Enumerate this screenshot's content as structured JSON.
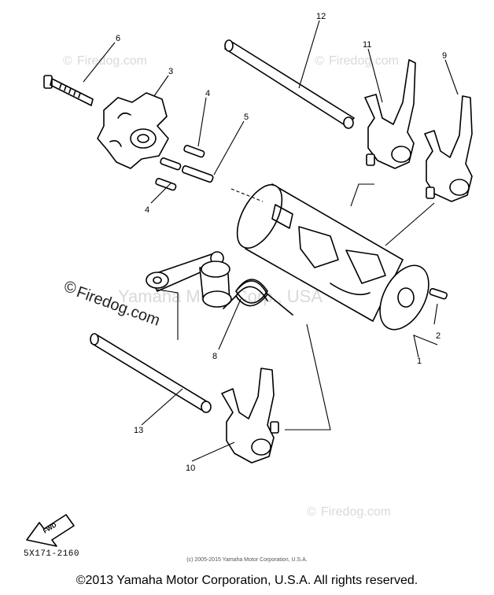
{
  "watermark": {
    "circle_text": "©",
    "brand": "Firedog.com",
    "middle": "Yamaha Motor Corp., USA"
  },
  "callouts": [
    "1",
    "2",
    "3",
    "4",
    "4",
    "5",
    "6",
    "8",
    "9",
    "10",
    "11",
    "12",
    "13"
  ],
  "fwd_label": "FWD",
  "part_code": "5X171-2160",
  "small_copyright": "(c) 2005-2015 Yamaha Motor Corporation, U.S.A.",
  "copyright": "©2013 Yamaha Motor Corporation, U.S.A. All rights reserved."
}
